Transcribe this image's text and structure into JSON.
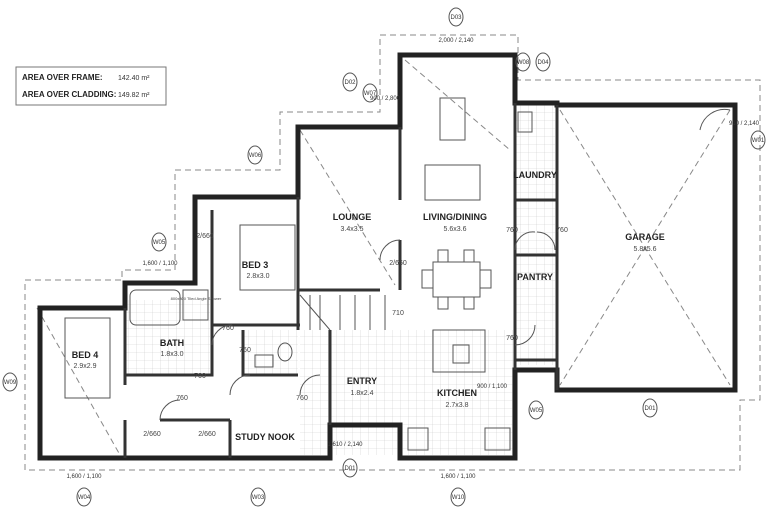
{
  "area_box": {
    "frame_label": "AREA OVER FRAME:",
    "frame_value": "142.40 m²",
    "cladding_label": "AREA OVER CLADDING:",
    "cladding_value": "149.82 m²"
  },
  "rooms": {
    "lounge": {
      "name": "LOUNGE",
      "size": "3.4x3.5"
    },
    "living": {
      "name": "LIVING/DINING",
      "size": "5.6x3.6"
    },
    "bed3": {
      "name": "BED 3",
      "size": "2.8x3.0"
    },
    "bed4": {
      "name": "BED 4",
      "size": "2.9x2.9"
    },
    "bath": {
      "name": "BATH",
      "size": "1.8x3.0"
    },
    "entry": {
      "name": "ENTRY",
      "size": "1.8x2.4"
    },
    "kitchen": {
      "name": "KITCHEN",
      "size": "2.7x3.8"
    },
    "laundry": {
      "name": "LAUNDRY"
    },
    "pantry": {
      "name": "PANTRY"
    },
    "garage": {
      "name": "GARAGE",
      "size": "5.8x5.6"
    },
    "study": {
      "name": "STUDY NOOK"
    }
  },
  "doors": [
    "760",
    "760",
    "760",
    "760",
    "760",
    "760",
    "760",
    "760",
    "2/660",
    "2/660",
    "2/660",
    "2/660",
    "710"
  ],
  "shower_note": "800x800 Tiled Angle Shower",
  "tags": [
    "D03",
    "W08",
    "D04",
    "W07",
    "D02",
    "W06",
    "W05",
    "W09",
    "W04",
    "W03",
    "D01",
    "W10",
    "W05",
    "D01",
    "W01"
  ],
  "window_dims": [
    "2,000 / 2,140",
    "900 / 2,800",
    "910 / 2,140",
    "1,600 / 1,100",
    "1,600 / 1,100",
    "900 / 1,100",
    "1,610 / 2,140",
    "1,600 / 1,100"
  ]
}
